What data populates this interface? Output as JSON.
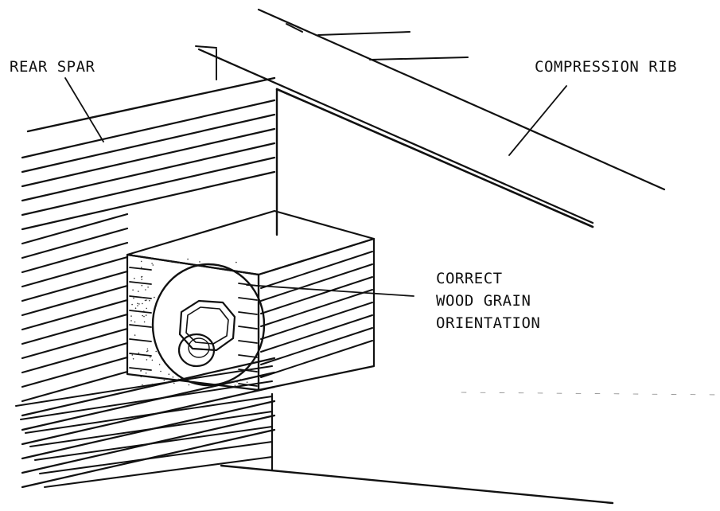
{
  "labels": {
    "rear_spar": "REAR SPAR",
    "compression_rib": "COMPRESSION RIB",
    "callout_line1": "CORRECT",
    "callout_line2": "WOOD GRAIN",
    "callout_line3": "ORIENTATION"
  },
  "colors": {
    "ink": "#111111",
    "paper": "#ffffff",
    "stipple": "#333333"
  }
}
